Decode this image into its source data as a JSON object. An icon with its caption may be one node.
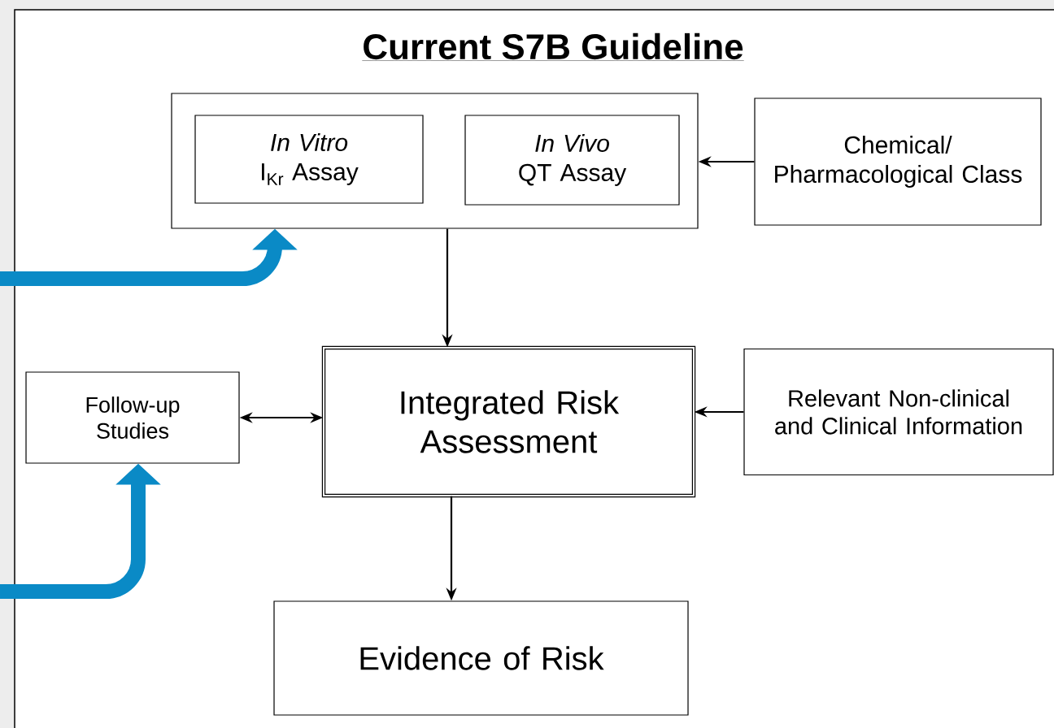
{
  "diagram": {
    "title": "Current S7B Guideline",
    "nodes": [
      {
        "text": [],
        "shape": "box"
      },
      {
        "text": [
          "*In Vitro* I$_{Kr}$ Assay"
        ],
        "in": 0
      },
      {
        "text": [
          "*In Vivo* QT Assay"
        ],
        "in": 0
      },
      {
        "text": [
          "Chemical/ Pharmacological Class"
        ]
      },
      {
        "text": [
          "Follow-up Studies"
        ]
      },
      {
        "text": [
          "Integrated Risk Assessment"
        ]
      },
      {
        "text": [
          "Relevant Non-clinical and Clinical Information"
        ]
      },
      {
        "text": [
          "Evidence of Risk"
        ]
      }
    ],
    "edges": [
      {
        "from": 3,
        "to": 0,
        "arrow": "to"
      },
      {
        "from": 0,
        "to": 5,
        "arrow": "to"
      },
      {
        "from": 4,
        "to": 5,
        "arrow": "both"
      },
      {
        "from": 6,
        "to": 5,
        "arrow": "to"
      },
      {
        "from": 5,
        "to": 7,
        "arrow": "to"
      },
      {
        "from": null,
        "to": 0,
        "arrow": "to",
        "style": "thick",
        "color": "#0a8ac6"
      },
      {
        "from": null,
        "to": 4,
        "arrow": "to",
        "style": "thick",
        "color": "#0a8ac6"
      }
    ]
  }
}
